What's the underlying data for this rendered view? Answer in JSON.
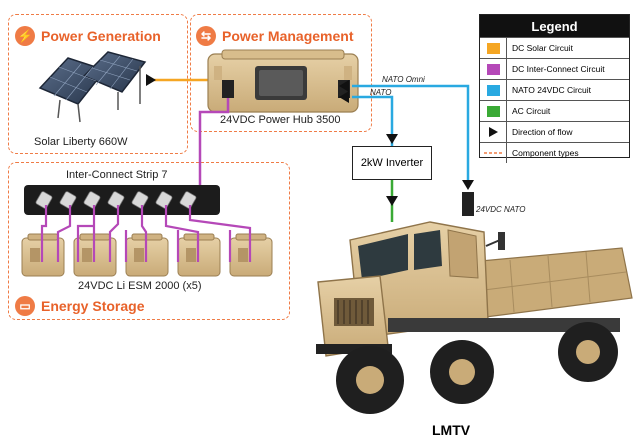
{
  "groups": {
    "power_generation": {
      "title": "Power Generation"
    },
    "power_management": {
      "title": "Power Management"
    },
    "energy_storage": {
      "title": "Energy Storage"
    }
  },
  "components": {
    "solar": "Solar Liberty 660W",
    "hub": "24VDC Power Hub 3500",
    "strip": "Inter-Connect Strip 7",
    "batteries": "24VDC Li ESM 2000 (x5)",
    "inverter": "2kW Inverter",
    "truck": "LMTV"
  },
  "connectors": {
    "nato_omni": "NATO Omni",
    "nato": "NATO",
    "nato_24vdc": "24VDC NATO"
  },
  "legend": {
    "title": "Legend",
    "items": [
      {
        "label": "DC Solar Circuit",
        "color": "#f5a623",
        "kind": "swatch"
      },
      {
        "label": "DC Inter-Connect Circuit",
        "color": "#b548b8",
        "kind": "swatch"
      },
      {
        "label": "NATO 24VDC Circuit",
        "color": "#29a9e1",
        "kind": "swatch"
      },
      {
        "label": "AC Circuit",
        "color": "#3aaa35",
        "kind": "swatch"
      },
      {
        "label": "Direction of flow",
        "color": "#111111",
        "kind": "arrow"
      },
      {
        "label": "Component types",
        "color": "#ef7b45",
        "kind": "dashed"
      }
    ]
  },
  "colors": {
    "dc_solar": "#f5a623",
    "dc_interconnect": "#b548b8",
    "nato_24vdc": "#29a9e1",
    "ac": "#3aaa35",
    "accent": "#ef7b45"
  },
  "icons": [
    "lightning-icon",
    "cycle-arrows-icon",
    "battery-icon"
  ]
}
